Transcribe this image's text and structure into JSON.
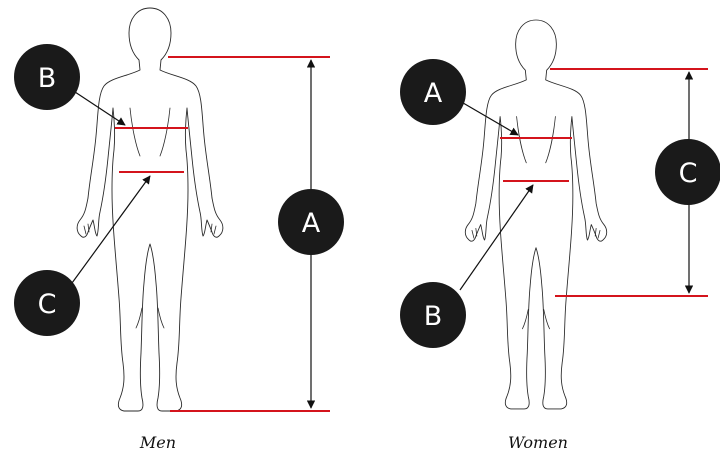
{
  "colors": {
    "measure_line": "#d4141c",
    "badge": "#1a1a1a",
    "arrow": "#111111"
  },
  "men": {
    "caption": "Men",
    "badges": {
      "top": "B",
      "middle": "A",
      "bottom": "C"
    }
  },
  "women": {
    "caption": "Women",
    "badges": {
      "top": "A",
      "middle": "C",
      "bottom": "B"
    }
  }
}
